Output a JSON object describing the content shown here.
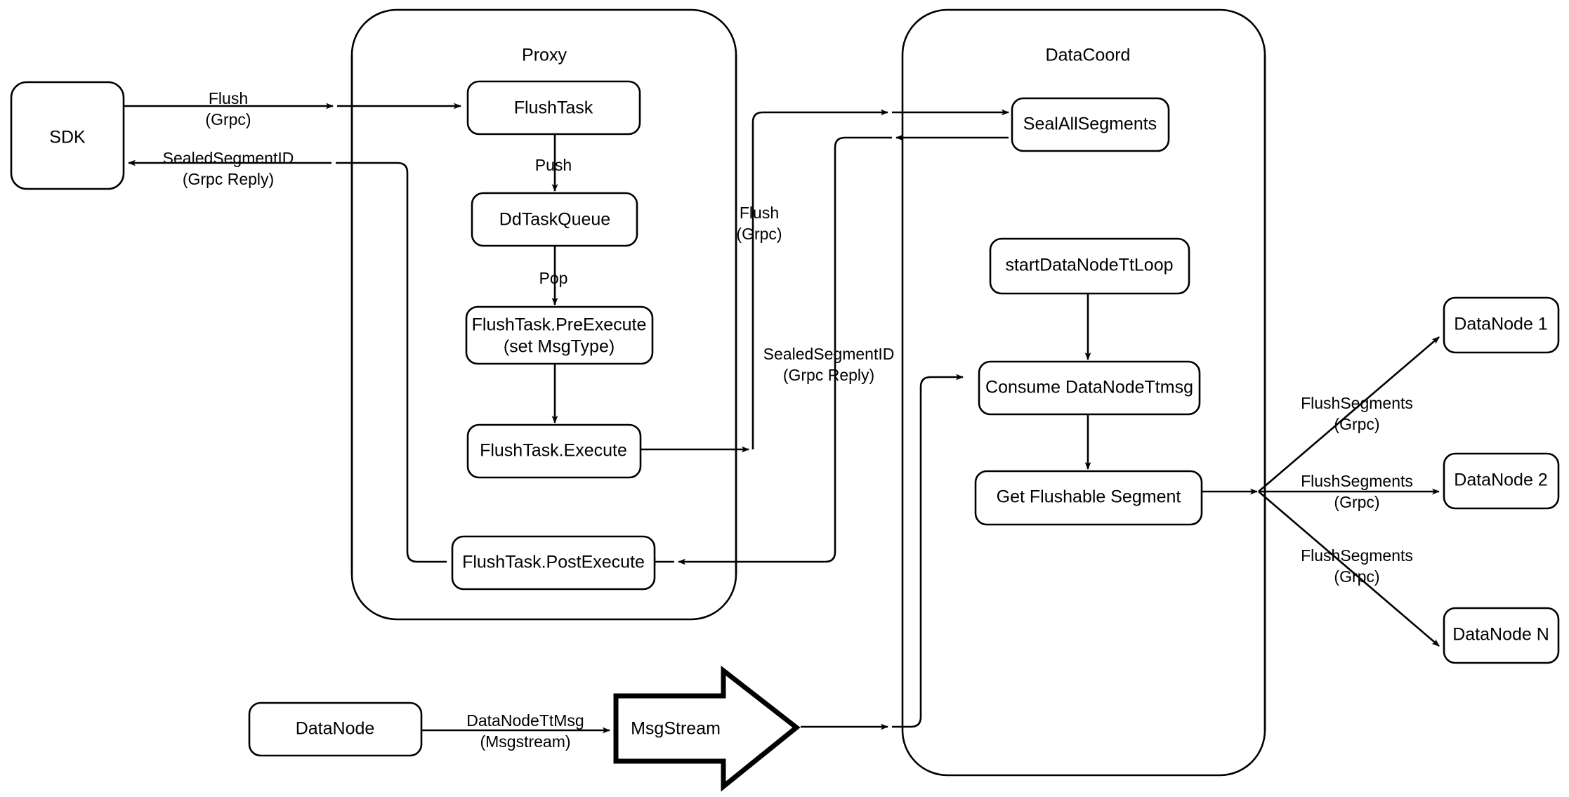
{
  "diagram": {
    "title": "Milvus Flush Flow",
    "background_color": "#ffffff",
    "stroke_color": "#000000"
  },
  "containers": [
    {
      "id": "proxy",
      "label": "Proxy"
    },
    {
      "id": "datacoord",
      "label": "DataCoord"
    }
  ],
  "nodes": {
    "sdk": "SDK",
    "flush_task": "FlushTask",
    "dd_task_queue": "DdTaskQueue",
    "pre_execute_line1": "FlushTask.PreExecute",
    "pre_execute_line2": "(set MsgType)",
    "execute": "FlushTask.Execute",
    "post_execute": "FlushTask.PostExecute",
    "seal_all_segments": "SealAllSegments",
    "start_datanode_tt_loop": "startDataNodeTtLoop",
    "consume_datanode_ttmsg": "Consume DataNodeTtmsg",
    "get_flushable_segment": "Get Flushable Segment",
    "datanode_1": "DataNode 1",
    "datanode_2": "DataNode 2",
    "datanode_n": "DataNode N",
    "datanode_bottom": "DataNode",
    "msgstream": "MsgStream"
  },
  "edge_labels": {
    "sdk_to_proxy_l1": "Flush",
    "sdk_to_proxy_l2": "(Grpc)",
    "proxy_to_sdk_l1": "SealedSegmentID",
    "proxy_to_sdk_l2": "(Grpc Reply)",
    "flushtask_push": "Push",
    "queue_pop": "Pop",
    "proxy_to_coord_l1": "Flush",
    "proxy_to_coord_l2": "(Grpc)",
    "coord_to_proxy_l1": "SealedSegmentID",
    "coord_to_proxy_l2": "(Grpc Reply)",
    "flushseg1_l1": "FlushSegments",
    "flushseg1_l2": "(Grpc)",
    "flushseg2_l1": "FlushSegments",
    "flushseg2_l2": "(Grpc)",
    "flushsegn_l1": "FlushSegments",
    "flushsegn_l2": "(Grpc)",
    "datanode_ttmsg_l1": "DataNodeTtMsg",
    "datanode_ttmsg_l2": "(Msgstream)"
  }
}
